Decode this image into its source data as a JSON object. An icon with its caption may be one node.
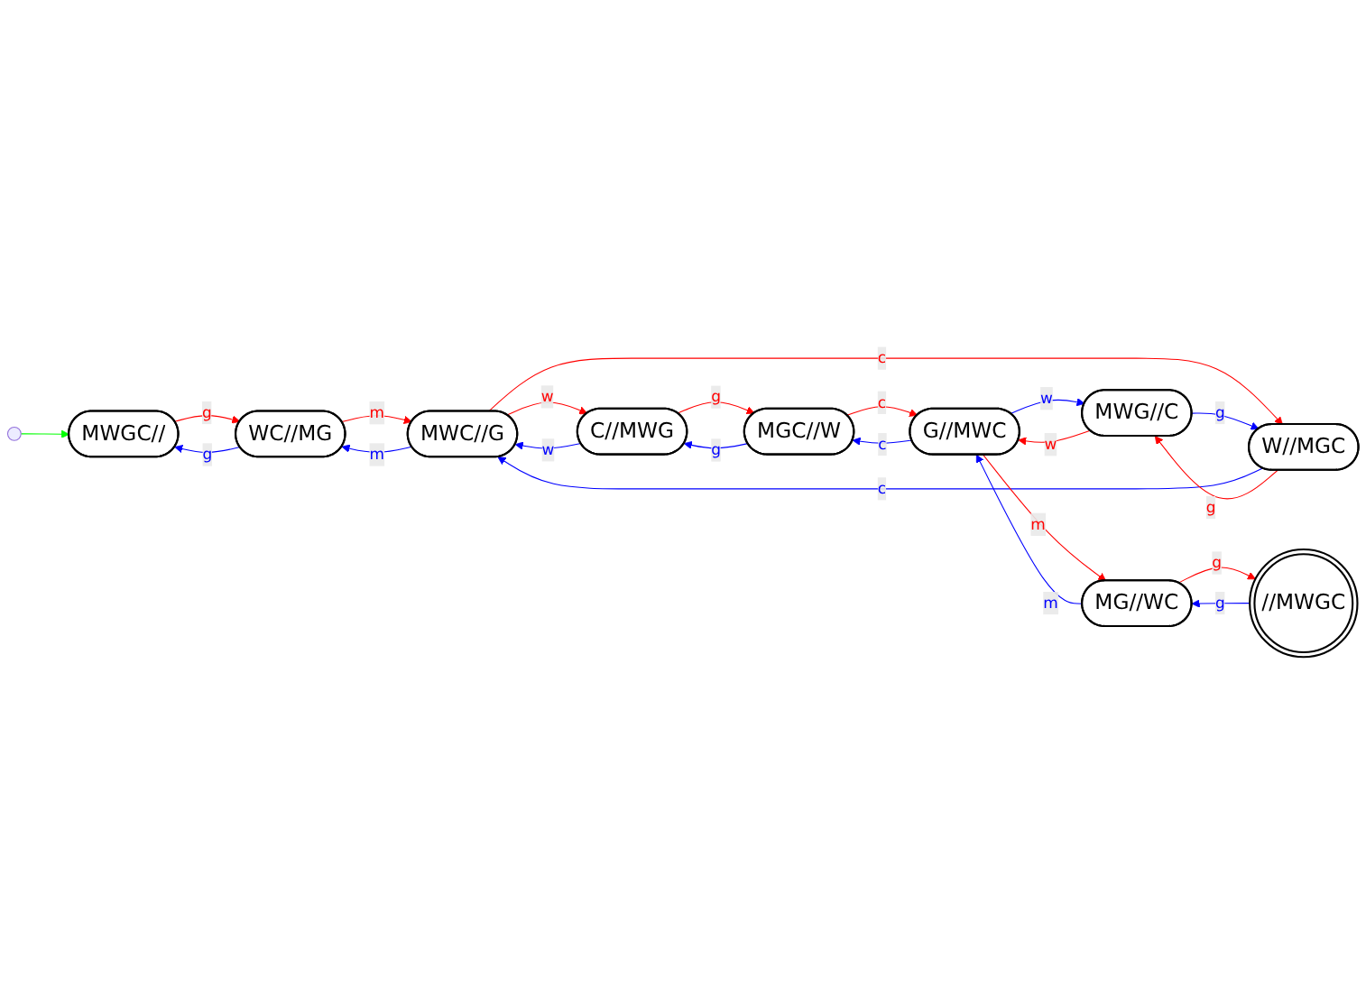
{
  "diagram": {
    "nodes": [
      {
        "text": [
          "MWGC//"
        ]
      },
      {
        "text": [
          "WC//MG"
        ]
      },
      {
        "text": [
          "MWC//G"
        ]
      },
      {
        "text": [
          "C//MWG"
        ]
      },
      {
        "text": [
          "W//MGC"
        ]
      },
      {
        "text": [
          "MGC//W"
        ]
      },
      {
        "text": [
          "MWG//C"
        ]
      },
      {
        "text": [
          "//MWGC"
        ]
      },
      {
        "text": [
          "MG//WC"
        ]
      },
      {
        "text": [
          "G//MWC"
        ]
      }
    ],
    "edges": [
      {
        "from": null,
        "to": 0,
        "arrow": "to",
        "color": "#00ff00"
      },
      {
        "from": 0,
        "to": 1,
        "arrow": "to",
        "label": "g",
        "color": "#ff0000"
      },
      {
        "from": 1,
        "to": 0,
        "arrow": "to",
        "label": "g",
        "color": "#0000ff"
      },
      {
        "from": 1,
        "to": 2,
        "arrow": "to",
        "label": "m",
        "color": "#ff0000"
      },
      {
        "from": 2,
        "to": 1,
        "arrow": "to",
        "label": "m",
        "color": "#0000ff"
      },
      {
        "from": 2,
        "to": 3,
        "arrow": "to",
        "label": "w",
        "color": "#ff0000"
      },
      {
        "from": 3,
        "to": 2,
        "arrow": "to",
        "label": "w",
        "color": "#0000ff"
      },
      {
        "from": 2,
        "to": 4,
        "arrow": "to",
        "label": "c",
        "color": "#ff0000"
      },
      {
        "from": 4,
        "to": 2,
        "arrow": "to",
        "label": "c",
        "color": "#0000ff"
      },
      {
        "from": 3,
        "to": 5,
        "arrow": "to",
        "label": "g",
        "color": "#ff0000"
      },
      {
        "from": 5,
        "to": 3,
        "arrow": "to",
        "label": "g",
        "color": "#0000ff"
      },
      {
        "from": 4,
        "to": 6,
        "arrow": "to",
        "label": "g",
        "color": "#ff0000"
      },
      {
        "from": 6,
        "to": 4,
        "arrow": "to",
        "label": "g",
        "color": "#0000ff"
      },
      {
        "from": 5,
        "to": 9,
        "arrow": "to",
        "label": "c",
        "color": "#ff0000"
      },
      {
        "from": 9,
        "to": 5,
        "arrow": "to",
        "label": "c",
        "color": "#0000ff"
      },
      {
        "from": 6,
        "to": 9,
        "arrow": "to",
        "label": "w",
        "color": "#ff0000"
      },
      {
        "from": 9,
        "to": 6,
        "arrow": "to",
        "label": "w",
        "color": "#0000ff"
      },
      {
        "from": 9,
        "to": 8,
        "arrow": "to",
        "label": "m",
        "color": "#ff0000"
      },
      {
        "from": 8,
        "to": 9,
        "arrow": "to",
        "label": "m",
        "color": "#0000ff"
      },
      {
        "from": 8,
        "to": 7,
        "arrow": "to",
        "label": "g",
        "color": "#ff0000"
      },
      {
        "from": 7,
        "to": 8,
        "arrow": "to",
        "label": "g",
        "color": "#0000ff"
      }
    ]
  }
}
